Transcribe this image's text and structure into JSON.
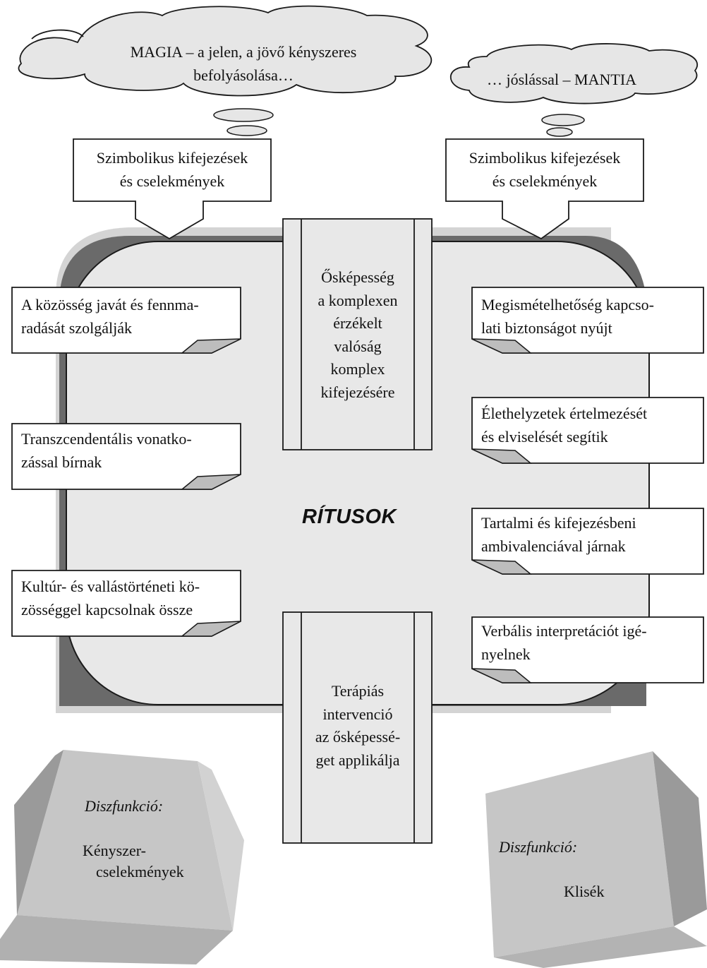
{
  "center_label": "RÍTUSOK",
  "clouds": {
    "left": "MAGIA – a jelen, a jövő kényszeres befolyásolása…",
    "right": "… jóslással – MANTIA"
  },
  "top_callouts": [
    {
      "line1": "Szimbolikus kifejezések",
      "line2": "és cselekmények"
    },
    {
      "line1": "Szimbolikus kifejezések",
      "line2": "és cselekmények"
    }
  ],
  "pillars": {
    "top": [
      "Őskép­esség",
      "a komplexen",
      "érzékelt",
      "valóság",
      "komplex",
      "kifejezésére"
    ],
    "bottom": [
      "Terápiás",
      "intervenció",
      "az őskép­essé-",
      "get applikálja"
    ]
  },
  "left_notes": [
    {
      "line1": "A közösség javát és fennma-",
      "line2": "radását szolgálják"
    },
    {
      "line1": "Transzcendentális vonatko-",
      "line2": "zással bírnak"
    },
    {
      "line1": "Kultúr- és vallástörténeti kö-",
      "line2": "zösséggel kapcsolnak össze"
    }
  ],
  "right_notes": [
    {
      "line1": "Megismételhetőség kapcso-",
      "line2": "lati biztonságot nyújt"
    },
    {
      "line1": "Élethelyzetek értelmezését",
      "line2": "és elviselését segítik"
    },
    {
      "line1": "Tartalmi és kifejezésbeni",
      "line2": "ambivalenciával járnak"
    },
    {
      "line1": "Verbális interpretációt igé-",
      "line2": "nyelnek"
    }
  ],
  "blocks": {
    "left": {
      "heading": "Diszfunkció:",
      "line1": "Kényszer-",
      "line2": "cselekmények"
    },
    "right": {
      "heading": "Diszfunkció:",
      "line1": "Klisék"
    }
  },
  "colors": {
    "panel_fill": "#e8e8e8",
    "panel_shadow": "#666666",
    "block_light": "#c6c6c6",
    "block_dark": "#9a9a9a",
    "note_fold": "#bdbdbd"
  }
}
